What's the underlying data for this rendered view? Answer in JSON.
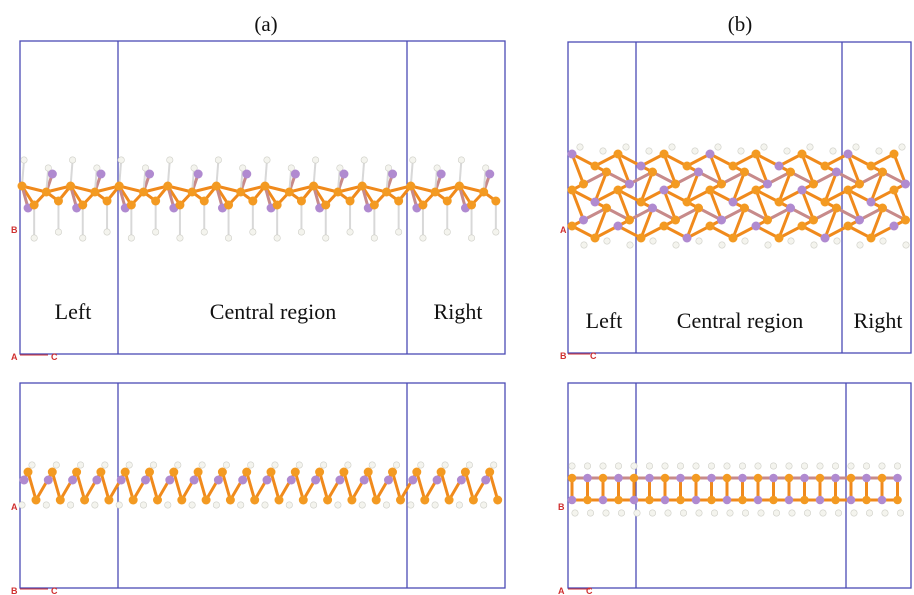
{
  "panels": {
    "a": {
      "label": "(a)",
      "left": "Left",
      "center": "Central region",
      "right": "Right",
      "top_axes": [
        "B",
        "A",
        "C"
      ],
      "bottom_axes": [
        "A",
        "B",
        "C"
      ]
    },
    "b": {
      "label": "(b)",
      "left": "Left",
      "center": "Central region",
      "right": "Right",
      "top_axes": [
        "A",
        "B",
        "C"
      ],
      "bottom_axes": [
        "B",
        "A",
        "C"
      ]
    }
  },
  "colors": {
    "frame": "#4b4bb5",
    "atom_orange": "#f39a22",
    "atom_purple": "#b08ad0",
    "atom_hydrogen": "#f4f4ee",
    "axis_label": "#d03030"
  }
}
